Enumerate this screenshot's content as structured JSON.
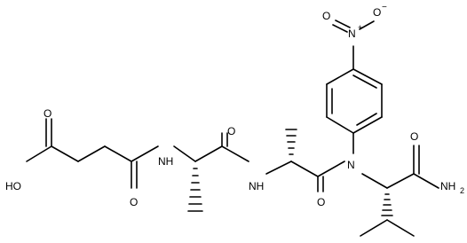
{
  "structure": {
    "atoms": {
      "oxygen": "O",
      "hydroxyl": "HO",
      "amine_nh": "NH",
      "nitrogen": "N",
      "nitro_n_plus": "N",
      "plus_sign": "+",
      "minus_sign": "−",
      "amide_nh2": "NH",
      "nh2_subscript": "2"
    }
  }
}
